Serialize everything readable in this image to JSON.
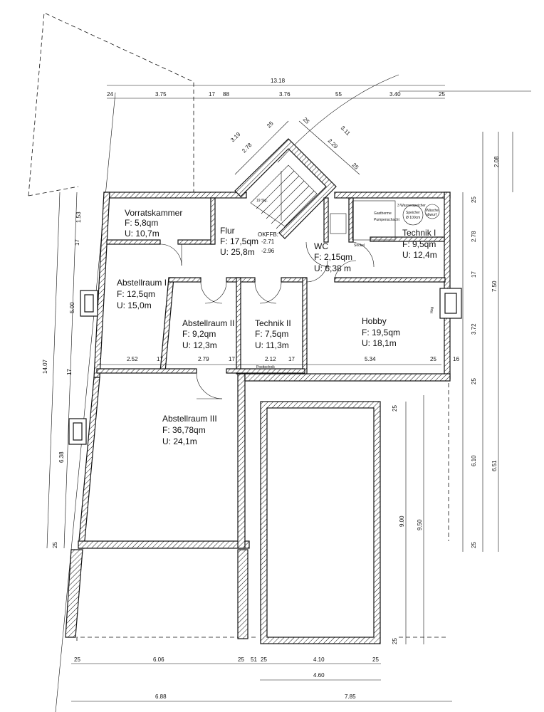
{
  "rooms": {
    "vorratskammer": {
      "name": "Vorratskammer",
      "area": "F: 5,8qm",
      "perimeter": "U: 10,7m"
    },
    "flur": {
      "name": "Flur",
      "area": "F: 17,5qm",
      "perimeter": "U: 25,8m"
    },
    "wc": {
      "name": "WC",
      "area": "F: 2,15qm",
      "perimeter": "U: 6,38 m"
    },
    "technik1": {
      "name": "Technik I",
      "area": "F: 9,5qm",
      "perimeter": "U: 12,4m"
    },
    "abstellraum1": {
      "name": "Abstellraum I",
      "area": "F: 12,5qm",
      "perimeter": "U: 15,0m"
    },
    "abstellraum2": {
      "name": "Abstellraum II",
      "area": "F: 9,2qm",
      "perimeter": "U: 12,3m"
    },
    "technik2": {
      "name": "Technik II",
      "area": "F: 7,5qm",
      "perimeter": "U: 11,3m"
    },
    "hobby": {
      "name": "Hobby",
      "area": "F: 19,5qm",
      "perimeter": "U: 18,1m"
    },
    "abstellraum3": {
      "name": "Abstellraum III",
      "area": "F: 36,78qm",
      "perimeter": "U: 24,1m"
    }
  },
  "level": {
    "label": "OKFFB:",
    "value1": "-2.71",
    "value2": "-2.96"
  },
  "notes": {
    "stair": "19 Stg.",
    "wasserspeicher": "3 Wasserspeicher",
    "speicher": "Speicher",
    "speicher_size": "Ø 100cm",
    "waesche": "Wäsche",
    "abwurf": "abwurf",
    "gastherme": "Gastherme",
    "pumpenschacht": "Pumpenschacht",
    "sockel": "Sockel",
    "posttechnik": "Posttechnik",
    "hzg": "Hzg"
  },
  "dimensions": {
    "top_overall": "13.18",
    "top_segments": [
      "24",
      "3.75",
      "17",
      "88",
      "3.76",
      "55",
      "3.40",
      "25"
    ],
    "stair_diag": [
      "3.19",
      "2.78",
      "25",
      "25",
      "2.29",
      "3.11",
      "25"
    ],
    "left": [
      "1.53",
      "17",
      "5.00",
      "17",
      "6.38",
      "14.07",
      "25"
    ],
    "right": [
      "2.08",
      "25",
      "2.78",
      "17",
      "7.50",
      "3.72",
      "25",
      "6.10",
      "6.51",
      "25"
    ],
    "middle_row": [
      "2.52",
      "17",
      "2.79",
      "17",
      "2.12",
      "17",
      "5.34",
      "25",
      "16"
    ],
    "pool": [
      "25",
      "9.00",
      "9.50",
      "25"
    ],
    "bottom_row1": [
      "25",
      "6.06",
      "25",
      "51",
      "25",
      "4.10",
      "25"
    ],
    "bottom_row2": [
      "4.60"
    ],
    "bottom_row3": [
      "6.88",
      "7.85"
    ]
  }
}
